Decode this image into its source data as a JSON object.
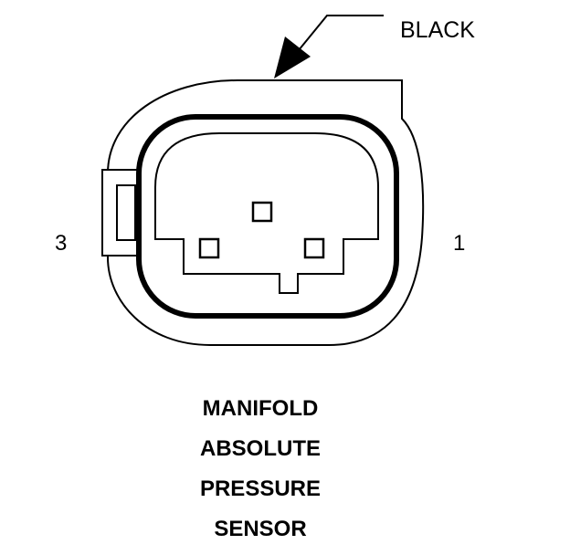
{
  "diagram": {
    "callout_label": "BLACK",
    "pin_left_label": "3",
    "pin_right_label": "1",
    "caption_lines": [
      "MANIFOLD",
      "ABSOLUTE",
      "PRESSURE",
      "SENSOR"
    ],
    "stroke_color": "#000000",
    "background_color": "#ffffff"
  }
}
